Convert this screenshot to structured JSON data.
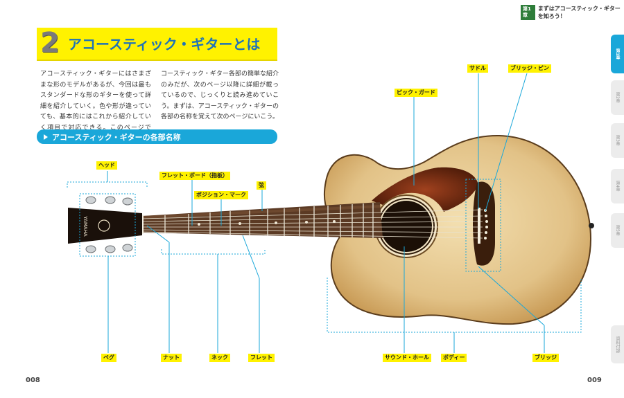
{
  "header": {
    "chapter_badge": "第1章",
    "chapter_title": "まずはアコースティック・ギターを知ろう！"
  },
  "title": {
    "number": "2",
    "text": "アコースティック・ギターとは"
  },
  "intro": {
    "col1": "アコースティック・ギターにはさまざまな形のモデルがあるが、今回は最もスタンダードな形のギターを使って詳細を紹介していく。色や形が違っていても、基本的にはこれから紹介していく項目で対応できる。このページでは、ア",
    "col2": "コースティック・ギター各部の簡単な紹介のみだが、次のページ以降に詳細が載っているので、じっくりと読み進めていこう。まずは、アコースティック・ギターの各部の名称を覚えて次のページにいこう。"
  },
  "section": {
    "title": "アコースティック・ギターの各部名称"
  },
  "guitar": {
    "brand": "YAMAHA"
  },
  "parts": {
    "head": "ヘッド",
    "fretboard": "フレット・ボード（指板）",
    "position_mark": "ポジション・マーク",
    "strings": "弦",
    "pickguard": "ピック・ガード",
    "saddle": "サドル",
    "bridge_pin": "ブリッジ・ピン",
    "peg": "ペグ",
    "nut": "ナット",
    "neck": "ネック",
    "fret": "フレット",
    "sound_hole": "サウンド・ホール",
    "body": "ボディー",
    "bridge": "ブリッジ"
  },
  "side_tabs": [
    "第1章",
    "第2章",
    "第3章",
    "第4章",
    "第5章",
    "資料付録"
  ],
  "pages": {
    "left": "008",
    "right": "009"
  },
  "colors": {
    "accent_blue": "#1aa7d9",
    "label_yellow": "#fff200",
    "chapter_green": "#2e7d3a"
  }
}
